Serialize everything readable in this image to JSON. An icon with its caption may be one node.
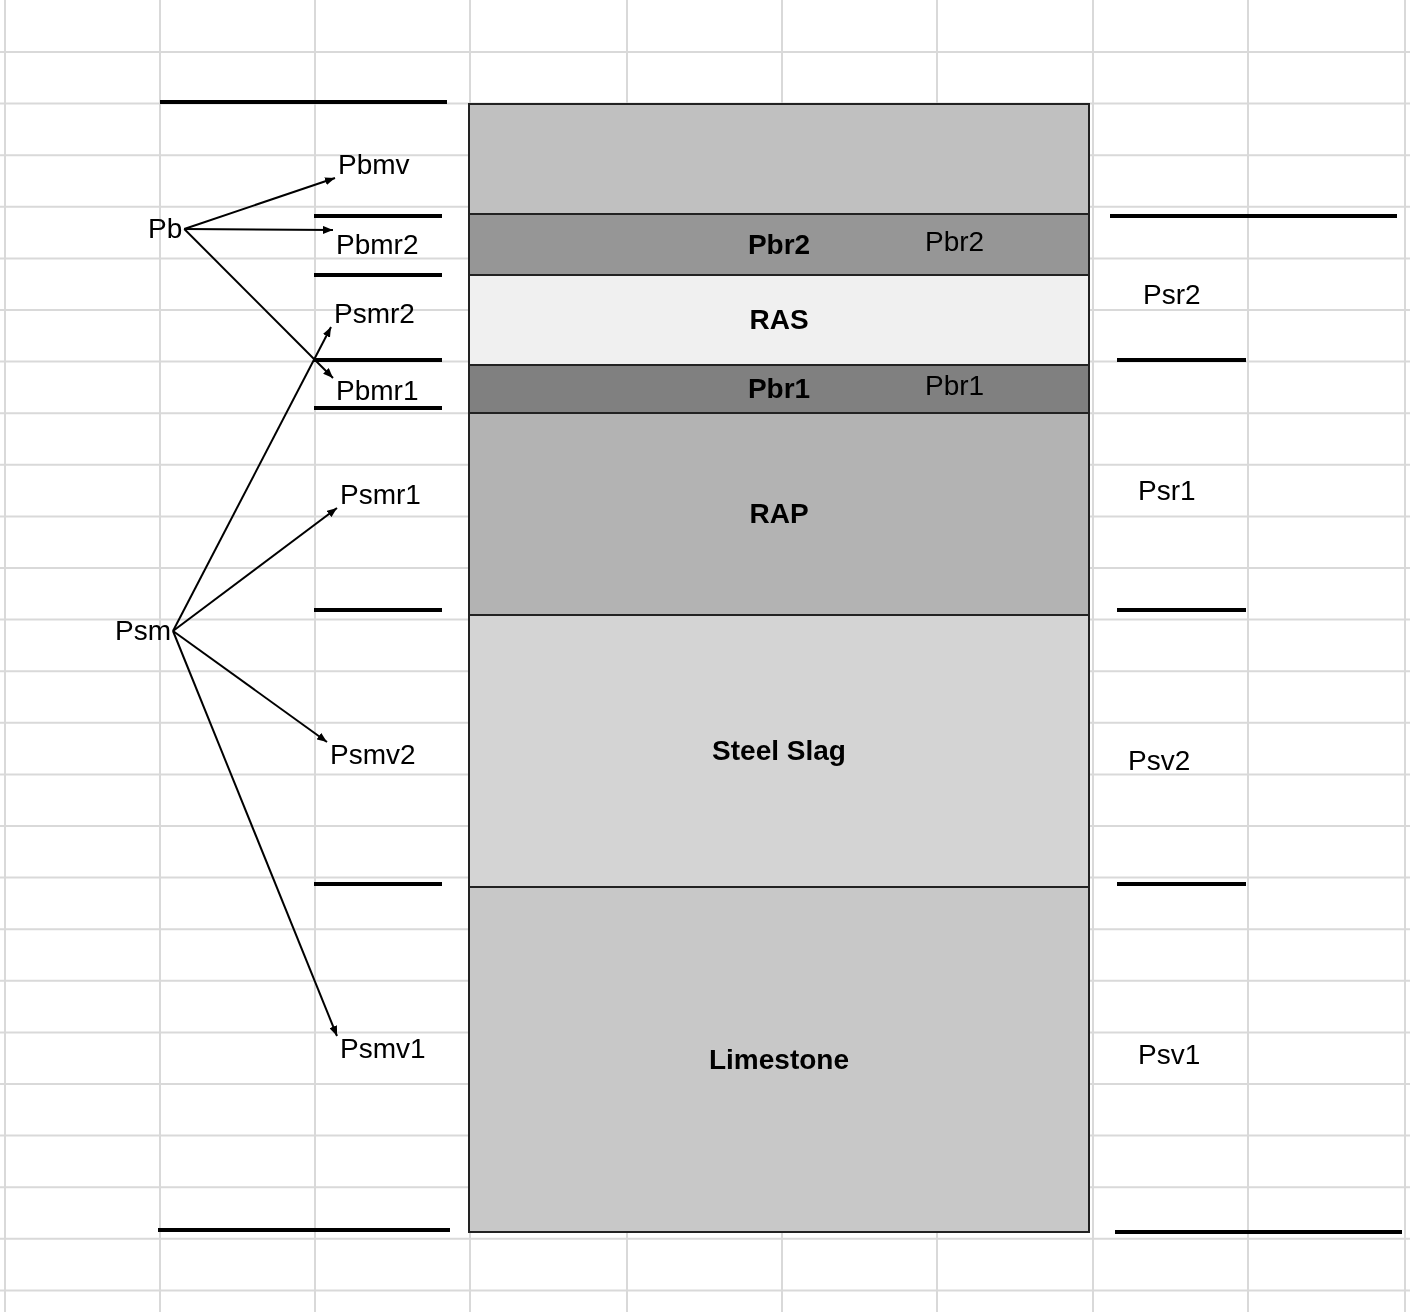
{
  "diagram": {
    "nodes": [
      {
        "text": [
          "Pb"
        ]
      },
      {
        "text": [
          "Pbmv"
        ]
      },
      {
        "text": [
          "Pbmr2"
        ]
      },
      {
        "text": [
          "Psmr2"
        ]
      },
      {
        "text": [
          "Pbmr1"
        ]
      },
      {
        "text": [
          "Psmr1"
        ]
      },
      {
        "text": [
          "Psm"
        ]
      },
      {
        "text": [
          "Psmv2"
        ]
      },
      {
        "text": [
          "Psmv1"
        ]
      },
      {
        "text": [],
        "shape": "box"
      },
      {
        "text": [
          "Pbr2",
          "Pbr2"
        ]
      },
      {
        "text": [
          "RAS"
        ]
      },
      {
        "text": [
          "Pbr1",
          "Pbr1"
        ]
      },
      {
        "text": [
          "RAP"
        ]
      },
      {
        "text": [
          "Steel Slag"
        ]
      },
      {
        "text": [
          "Limestone"
        ]
      }
    ],
    "edges": [
      {
        "from": 0,
        "to": 1,
        "arrow": "to"
      },
      {
        "from": 0,
        "to": 2,
        "arrow": "to"
      },
      {
        "from": 0,
        "to": 4,
        "arrow": "to"
      },
      {
        "from": 6,
        "to": 3,
        "arrow": "to"
      },
      {
        "from": 6,
        "to": 5,
        "arrow": "to"
      },
      {
        "from": 6,
        "to": 7,
        "arrow": "to"
      },
      {
        "from": 6,
        "to": 8,
        "arrow": "to"
      }
    ],
    "labels": [
      "Psr2",
      "Psr1",
      "Psv2",
      "Psv1"
    ]
  }
}
